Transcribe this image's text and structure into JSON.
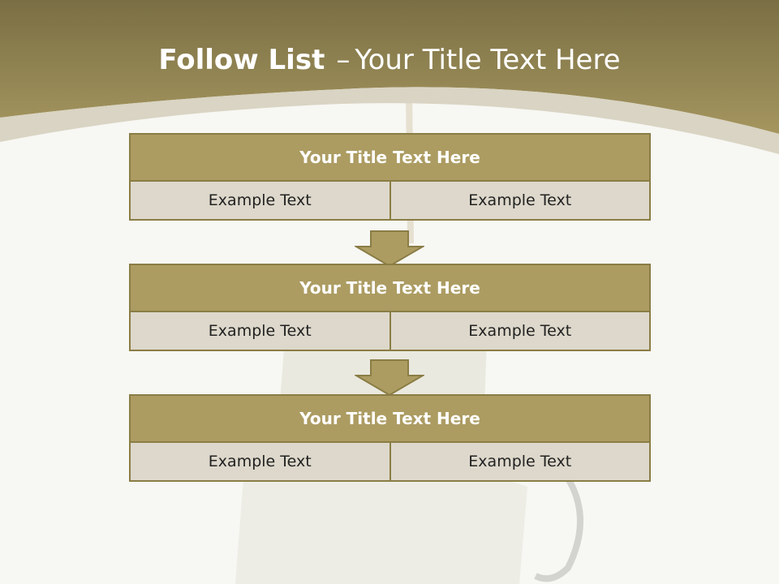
{
  "title": {
    "bold": "Follow List",
    "dash": "–",
    "rest": "Your Title Text Here"
  },
  "blocks": [
    {
      "title": "Your Title Text Here",
      "left": "Example Text",
      "right": "Example Text"
    },
    {
      "title": "Your Title Text Here",
      "left": "Example Text",
      "right": "Example Text"
    },
    {
      "title": "Your Title Text Here",
      "left": "Example Text",
      "right": "Example Text"
    }
  ],
  "colors": {
    "header_band": "#857a4b",
    "block_title": "#ac9c62",
    "block_body": "#ddd8cb",
    "border": "#8a7d45",
    "background": "#f7f7f3"
  }
}
